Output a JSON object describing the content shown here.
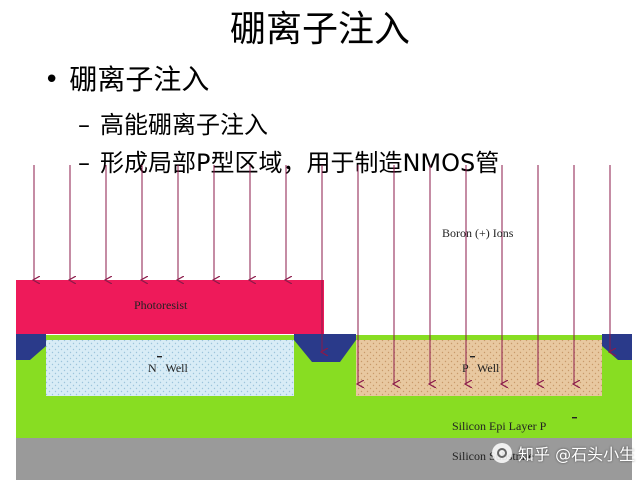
{
  "slide": {
    "title": "硼离子注入",
    "bullets": [
      {
        "marker": "•",
        "text": "硼离子注入"
      },
      {
        "marker": "–",
        "text": "高能硼离子注入"
      },
      {
        "marker": "–",
        "text": "形成局部P型区域，用于制造NMOS管"
      }
    ]
  },
  "diagram": {
    "labels": {
      "boron_ions": "Boron (+) Ions",
      "photoresist": "Photoresist",
      "n_well_prefix": "N",
      "n_well_suffix": "Well",
      "p_well_prefix": "P",
      "p_well_suffix": "Well",
      "epi_layer": "Silicon Epi Layer  P",
      "substrate": "Silicon Substrate"
    },
    "colors": {
      "ion_arrow": "#8b1a4a",
      "photoresist": "#ee1a5a",
      "n_well": "#d8ecf6",
      "p_well": "#e8c8a0",
      "epi_layer": "#88dd22",
      "substrate": "#9a9a9a",
      "field_oxide": "#2a3a8a"
    }
  },
  "watermark": {
    "text": "知乎 @石头小生"
  }
}
